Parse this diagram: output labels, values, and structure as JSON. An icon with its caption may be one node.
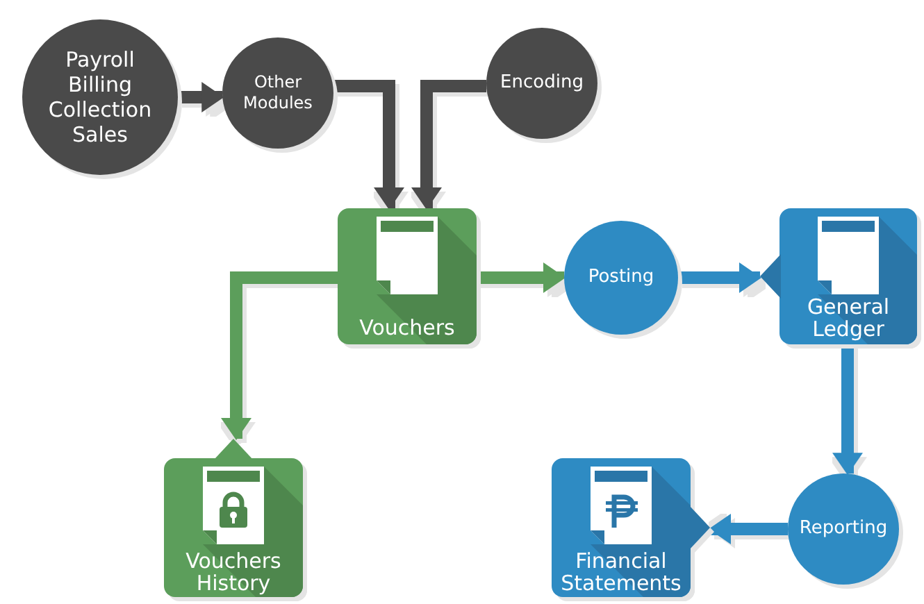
{
  "diagram": {
    "nodes": [
      {
        "text": [
          "Payroll Billing Collection Sales"
        ]
      },
      {
        "text": [
          "Other Modules"
        ]
      },
      {
        "text": [
          "Encoding"
        ]
      },
      {
        "text": [
          "Vouchers"
        ]
      },
      {
        "text": [
          "Posting"
        ]
      },
      {
        "text": [
          "General Ledger"
        ]
      },
      {
        "text": [
          "Vouchers History"
        ]
      },
      {
        "text": [
          "Reporting"
        ]
      },
      {
        "text": [
          "Financial Statements"
        ]
      }
    ],
    "edges": [
      {
        "from": 0,
        "to": 1,
        "arrow": "to",
        "color": "#4a4a4a"
      },
      {
        "from": 1,
        "to": 3,
        "arrow": "to",
        "color": "#4a4a4a"
      },
      {
        "from": 2,
        "to": 3,
        "arrow": "to",
        "color": "#4a4a4a"
      },
      {
        "from": 3,
        "to": 4,
        "arrow": "to",
        "color": "#5c9e5b"
      },
      {
        "from": 3,
        "to": 6,
        "arrow": "to",
        "color": "#5c9e5b"
      },
      {
        "from": 4,
        "to": 5,
        "arrow": "to",
        "color": "#2e8bc3"
      },
      {
        "from": 5,
        "to": 7,
        "arrow": "to",
        "color": "#2e8bc3"
      },
      {
        "from": 7,
        "to": 8,
        "arrow": "to",
        "color": "#2e8bc3"
      }
    ]
  }
}
